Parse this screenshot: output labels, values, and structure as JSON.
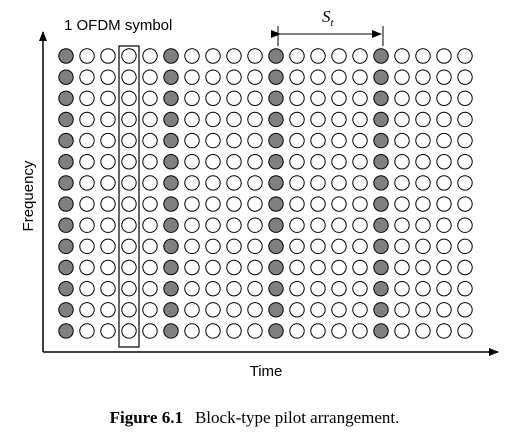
{
  "diagram": {
    "rows": 14,
    "columns": 20,
    "pilot_columns": [
      0,
      5,
      10,
      15
    ],
    "highlighted_column": 3,
    "colors": {
      "pilot_fill": "#808080",
      "data_fill": "#ffffff",
      "stroke": "#000000"
    }
  },
  "labels": {
    "symbol_label": "1 OFDM symbol",
    "spacing_label": "S",
    "spacing_subscript": "t",
    "y_axis": "Frequency",
    "x_axis": "Time"
  },
  "caption": {
    "label": "Figure 6.1",
    "text": "Block-type pilot arrangement."
  }
}
